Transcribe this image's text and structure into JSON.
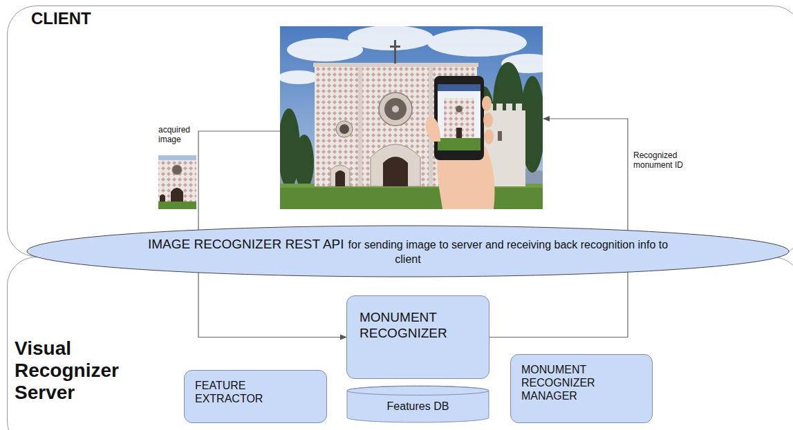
{
  "diagram": {
    "nodes": [
      {
        "text": [
          "CLIENT"
        ]
      },
      {
        "text": [
          "IMAGE RECOGNIZER REST API",
          "for sending image to server and receiving back recognition info to client"
        ]
      },
      {
        "text": [
          "Visual Recognizer Server"
        ]
      },
      {
        "text": [
          "MONUMENT RECOGNIZER"
        ],
        "in": 2
      },
      {
        "text": [
          "FEATURE EXTRACTOR"
        ],
        "in": 2
      },
      {
        "text": [
          "Features DB"
        ],
        "in": 2
      },
      {
        "text": [
          "MONUMENT RECOGNIZER MANAGER"
        ],
        "in": 2
      }
    ],
    "edges": [
      {
        "from": 0,
        "to": 3,
        "label": "acquired image",
        "arrow": "to"
      },
      {
        "from": 3,
        "to": 0,
        "label": "Recognized monument ID",
        "arrow": "to"
      }
    ]
  }
}
